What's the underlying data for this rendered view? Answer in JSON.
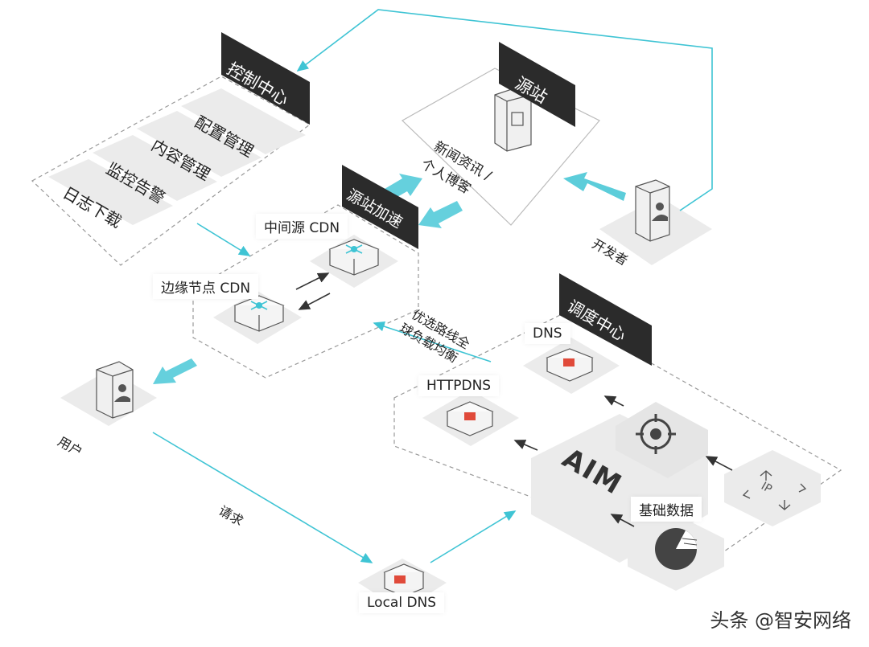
{
  "control_center": {
    "title": "控制中心",
    "items": [
      "配置管理",
      "内容管理",
      "监控告警",
      "日志下载"
    ]
  },
  "origin": {
    "title": "源站",
    "desc_line1": "新闻资讯 /",
    "desc_line2": "个人博客"
  },
  "developer": {
    "label": "开发者"
  },
  "acceleration": {
    "title": "源站加速",
    "mid_cdn": "中间源 CDN",
    "edge_cdn": "边缘节点 CDN"
  },
  "route": {
    "line1": "优选路线全",
    "line2": "球负载均衡"
  },
  "dispatch": {
    "title": "调度中心",
    "dns": "DNS",
    "httpdns": "HTTPDNS",
    "aim": "AIM",
    "ip": "IP",
    "base_data": "基础数据"
  },
  "user": {
    "label": "用户"
  },
  "request": {
    "label": "请求"
  },
  "local_dns": {
    "label": "Local DNS"
  },
  "watermark": "头条 @智安网络",
  "colors": {
    "accent": "#3fc4d4",
    "dark_tag": "#2b2b2b",
    "hex_fill": "#ebebeb"
  }
}
